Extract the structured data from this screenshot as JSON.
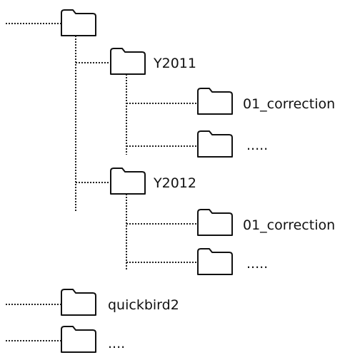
{
  "tree": {
    "root_label": "",
    "years": [
      {
        "label": "Y2011",
        "children": [
          "01_correction",
          "....."
        ]
      },
      {
        "label": "Y2012",
        "children": [
          "01_correction",
          "....."
        ]
      }
    ],
    "siblings": [
      "quickbird2",
      "...."
    ]
  },
  "icons": {
    "folder": "folder-icon"
  }
}
